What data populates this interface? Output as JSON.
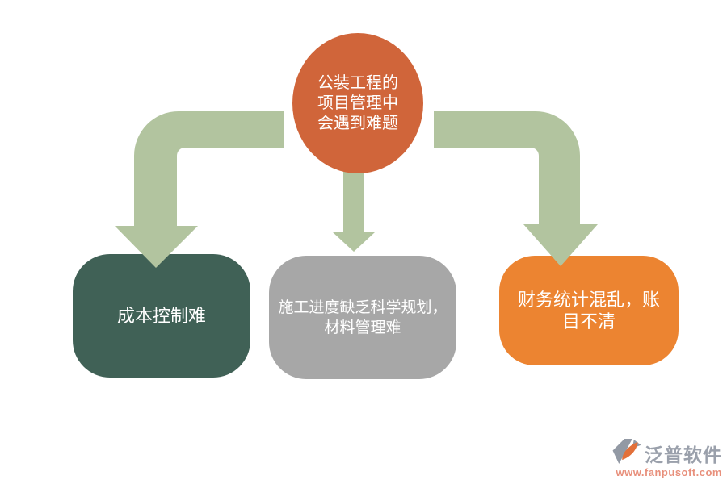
{
  "diagram": {
    "title": "公装工程的项目管理中会遇到难题",
    "root": {
      "lines": [
        "公装工程的",
        "项目管理中",
        "会遇到难题"
      ],
      "fill": "#D0653A",
      "text_color": "#FFFFFF"
    },
    "arrow_color": "#B2C49F",
    "children": [
      {
        "label": "成本控制难",
        "lines": [
          "成本控制难"
        ],
        "fill": "#406156",
        "text_color": "#FFFFFF"
      },
      {
        "label": "施工进度缺乏科学规划，材料管理难",
        "lines": [
          "施工进度缺乏科学规划，",
          "材料管理难"
        ],
        "fill": "#A7A7A7",
        "text_color": "#FFFFFF"
      },
      {
        "label": "财务统计混乱，账目不清",
        "lines": [
          "财务统计混乱，账",
          "目不清"
        ],
        "fill": "#EC8431",
        "text_color": "#FFFFFF"
      }
    ]
  },
  "watermark": {
    "brand": "泛普软件",
    "url": "www.fanpusoft.com",
    "brand_color": "#9AA0AB",
    "url_color": "#E8907C",
    "logo_gray": "#9299A4",
    "logo_orange": "#E2703A"
  }
}
